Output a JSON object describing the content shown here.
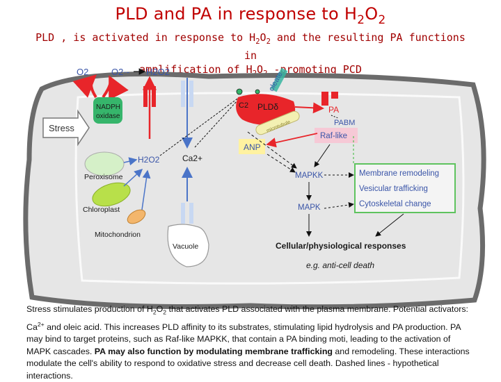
{
  "title": {
    "main": "PLD  and PA in response to H",
    "sub2": "2",
    "mid": "O",
    "sub2b": "2"
  },
  "subtitle": {
    "line1_a": "PLD , is activated in response to H",
    "line1_b": "2",
    "line1_c": "O",
    "line1_d": "2",
    "line1_e": " and the resulting PA functions in",
    "line2_a": "amplification of H",
    "line2_b": "2",
    "line2_c": "O",
    "line2_d": "2",
    "line2_e": " -promoting PCD"
  },
  "diagram": {
    "o2": "O2",
    "o2_radical": "O2·-",
    "h2o2_top": "H2O2",
    "nadph_line1": "NADPH",
    "nadph_line2": "oxidase",
    "stress": "Stress",
    "h2o2_mid": "H2O2",
    "ca2": "Ca2+",
    "peroxisome": "Peroxisome",
    "chloroplast": "Chloroplast",
    "mitochondrion": "Mitochondrion",
    "vacuole": "Vacuole",
    "oleate": "oleate",
    "c2": "C2",
    "plddelta": "PLDδ",
    "microtubule": "microtubule",
    "pa": "PA",
    "pabm": "PABM",
    "raf_like": "Raf-like",
    "anp": "ANP",
    "mapkk": "MAPKK",
    "mapk": "MAPK",
    "membrane_remodeling": "Membrane remodeling",
    "vesicular_trafficking": "Vesicular trafficking",
    "cytoskeletal_change": "Cytoskeletal change",
    "cellular_responses": "Cellular/physiological responses",
    "anti_cell_death": "e.g. anti-cell death"
  },
  "caption": {
    "p1": "Stress stimulates production of H",
    "p1_sub": "2",
    "p1_b": "O",
    "p1_sub2": "2",
    "p1_c": " that activates PLD associated with the plasma membrane. Potential activators: Ca",
    "p1_sup": "2+",
    "p1_d": " and oleic acid. This increases PLD affinity  to its substrates, stimulating lipid hydrolysis and PA production. PA may bind to target proteins, such as Raf-like MAPKK, that contain a PA binding moti, leading to the activation of MAPK cascades. ",
    "bold": "PA may also function by modulating membrane trafficking",
    "p1_e": " and remodeling. These interactions modulate the cell's ability to respond to oxidative stress and decrease cell death. Dashed lines - hypothetical interactions."
  },
  "colors": {
    "title_red": "#c00000",
    "cell_gray": "#e6e6e6",
    "cell_border": "#6b6b6b",
    "label_blue": "#3a55a8",
    "anp_yellow": "#fff2a0",
    "pld_red": "#e8252a",
    "nadph_green": "#36b56b",
    "chloroplast_green": "#b8e04a",
    "peroxisome_green": "#d5f0c8",
    "channel_blue": "#c8d8f2",
    "box_green": "#5ec35e"
  }
}
